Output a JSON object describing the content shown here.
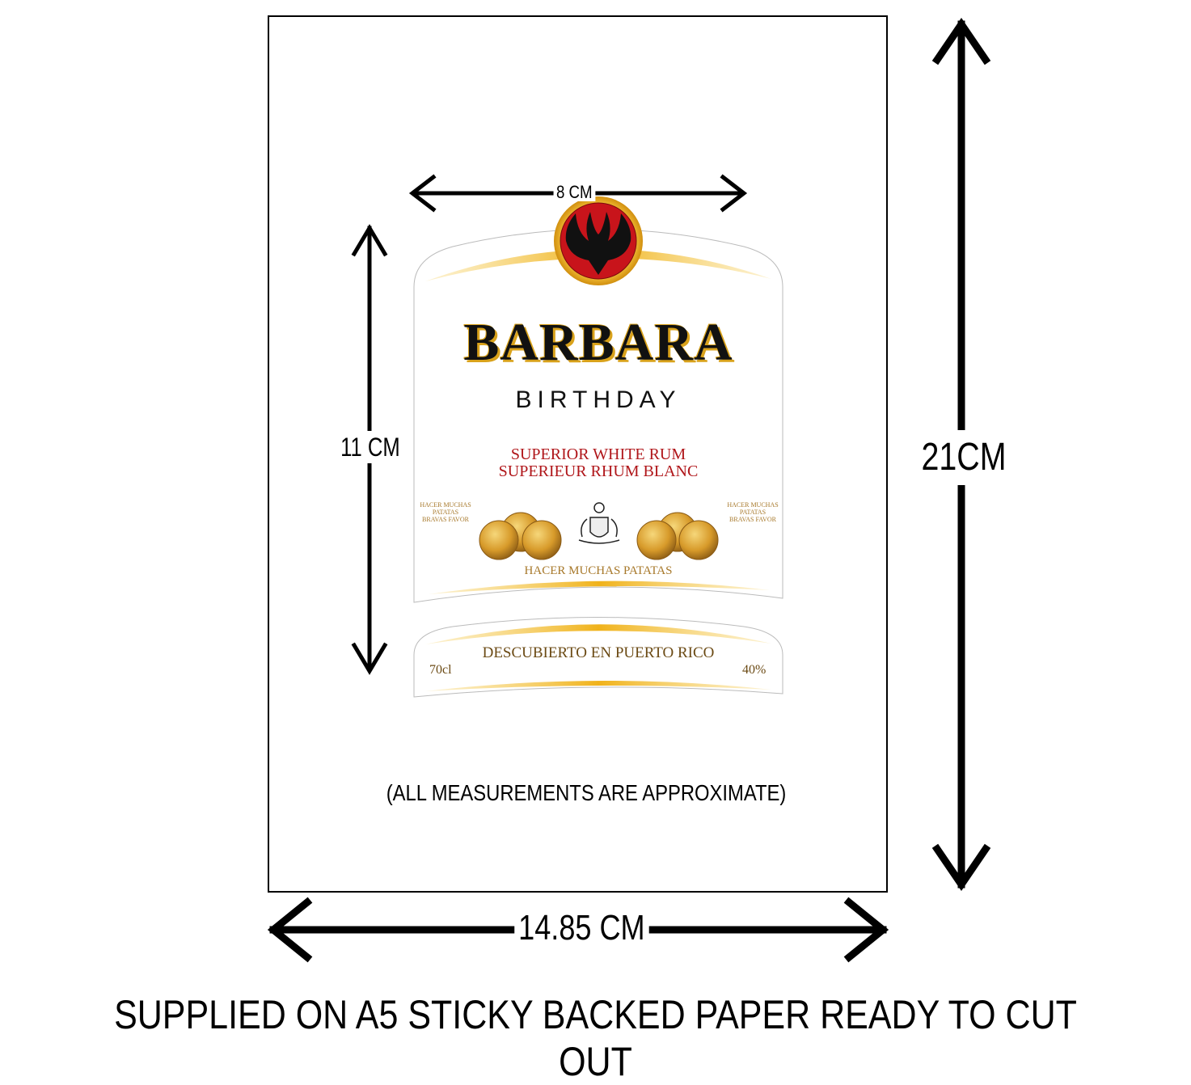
{
  "dimensions": {
    "label_width": "8 CM",
    "label_height": "11 CM",
    "sheet_height": "21CM",
    "sheet_width": "14.85 CM"
  },
  "label": {
    "name": "BARBARA",
    "occasion": "BIRTHDAY",
    "product_line_1": "SUPERIOR WHITE RUM",
    "product_line_2": "SUPERIEUR RHUM BLANC",
    "side_text_lines": [
      "HACER MUCHAS",
      "PATATAS",
      "BRAVAS FAVOR"
    ],
    "tagline": "HACER MUCHAS PATATAS",
    "origin": "DESCUBIERTO EN PUERTO RICO",
    "volume": "70cl",
    "abv": "40%",
    "emblem": "bat-emblem-icon",
    "crest": "coat-of-arms-icon",
    "coins": "gold-coins-icon"
  },
  "notes": {
    "approximate": "(ALL MEASUREMENTS ARE APPROXIMATE)",
    "supplied": "SUPPLIED ON A5 STICKY BACKED PAPER READY TO CUT OUT"
  },
  "colors": {
    "gold": "#f0b21a",
    "label_red": "#b0161a",
    "emblem_red": "#c8141b",
    "ink": "#000000"
  }
}
